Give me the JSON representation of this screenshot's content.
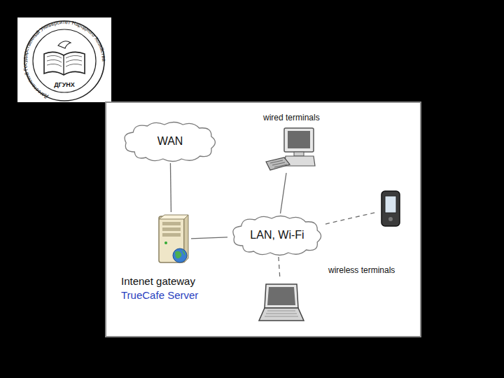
{
  "diagram": {
    "nodes": [
      {
        "text": [
          "WAN"
        ]
      },
      {
        "text": [
          "Intenet gateway",
          "TrueCafe Server"
        ]
      },
      {
        "text": [
          "LAN, Wi-Fi"
        ]
      },
      {
        "text": [
          "wired terminals"
        ]
      },
      {
        "text": []
      },
      {
        "text": []
      }
    ],
    "edges": [
      {
        "from": 0,
        "to": 1,
        "arrow": "none"
      },
      {
        "from": 1,
        "to": 2,
        "arrow": "none"
      },
      {
        "from": 2,
        "to": 3,
        "arrow": "none"
      },
      {
        "from": 2,
        "to": 4,
        "arrow": "none"
      },
      {
        "from": 2,
        "to": 5,
        "arrow": "none"
      }
    ],
    "labels": [
      "Дагестанский Государственный Университет Народного Хозяйства",
      "ДГУНХ",
      "wireless terminals"
    ]
  }
}
